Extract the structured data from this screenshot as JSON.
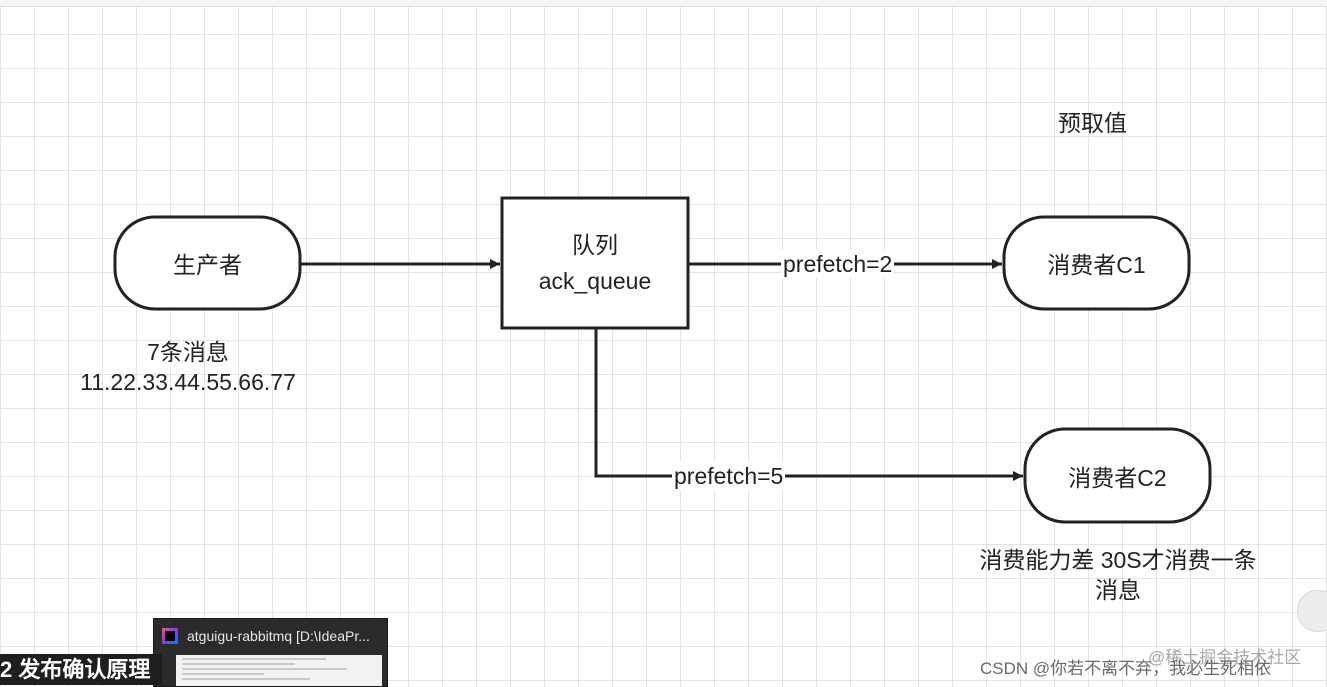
{
  "diagram": {
    "producer": "生产者",
    "queue_line1": "队列",
    "queue_line2": "ack_queue",
    "consumer1": "消费者C1",
    "consumer2": "消费者C2",
    "edge_c1": "prefetch=2",
    "edge_c2": "prefetch=5",
    "note_title": "预取值",
    "producer_note_line1": "7条消息",
    "producer_note_line2": "11.22.33.44.55.66.77",
    "c2_note_line1": "消费能力差 30S才消费一条",
    "c2_note_line2": "消息"
  },
  "overlay": {
    "thumbnail_title": "atguigu-rabbitmq [D:\\IdeaPr...",
    "chapter_caption": "2 发布确认原理",
    "watermark_platform": "@稀土掘金技术社区",
    "watermark_csdn": "CSDN @你若不离不弃，我必生死相依"
  }
}
